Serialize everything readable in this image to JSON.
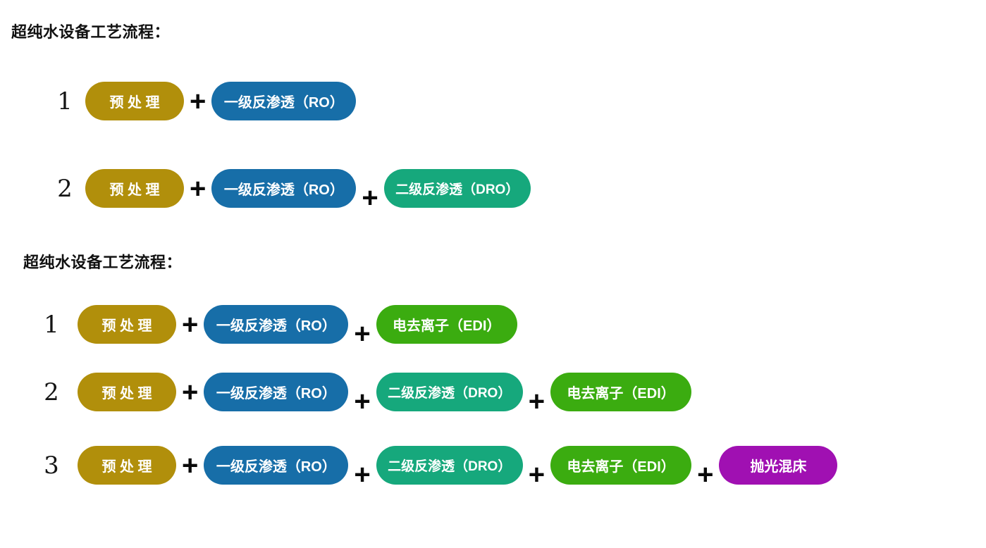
{
  "plus_label": "+",
  "colors": {
    "pretreatment": "#B18F0B",
    "ro": "#176EA8",
    "dro": "#16A87C",
    "edi": "#3BAC10",
    "polish": "#A010B2",
    "title_text": "#111111",
    "pill_text": "#FFFFFF",
    "plus_text": "#0A0A0A"
  },
  "sections": [
    {
      "title": "超纯水设备工艺流程：",
      "rows": [
        {
          "number": "1",
          "pills": [
            {
              "label": "预 处 理",
              "type": "pretreatment"
            },
            {
              "label": "一级反渗透（RO）",
              "type": "ro"
            }
          ]
        },
        {
          "number": "2",
          "pills": [
            {
              "label": "预 处 理",
              "type": "pretreatment"
            },
            {
              "label": "一级反渗透（RO）",
              "type": "ro"
            },
            {
              "label": "二级反渗透（DRO）",
              "type": "dro"
            }
          ]
        }
      ]
    },
    {
      "title": "超纯水设备工艺流程：",
      "rows": [
        {
          "number": "1",
          "pills": [
            {
              "label": "预 处 理",
              "type": "pretreatment"
            },
            {
              "label": "一级反渗透（RO）",
              "type": "ro"
            },
            {
              "label": "电去离子（EDI）",
              "type": "edi"
            }
          ]
        },
        {
          "number": "2",
          "pills": [
            {
              "label": "预 处 理",
              "type": "pretreatment"
            },
            {
              "label": "一级反渗透（RO）",
              "type": "ro"
            },
            {
              "label": "二级反渗透（DRO）",
              "type": "dro"
            },
            {
              "label": "电去离子（EDI）",
              "type": "edi"
            }
          ]
        },
        {
          "number": "3",
          "pills": [
            {
              "label": "预 处 理",
              "type": "pretreatment"
            },
            {
              "label": "一级反渗透（RO）",
              "type": "ro"
            },
            {
              "label": "二级反渗透（DRO）",
              "type": "dro"
            },
            {
              "label": "电去离子（EDI）",
              "type": "edi"
            },
            {
              "label": "抛光混床",
              "type": "polish"
            }
          ]
        }
      ]
    }
  ]
}
